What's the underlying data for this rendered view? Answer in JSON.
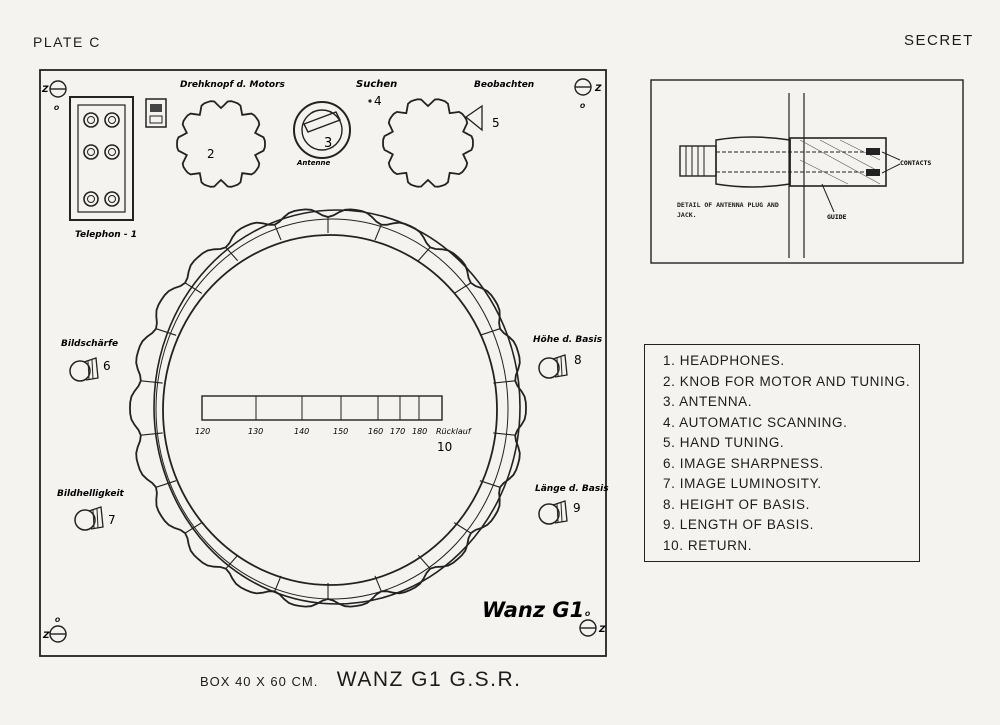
{
  "header": {
    "plate": "PLATE C",
    "classification": "SECRET"
  },
  "panel": {
    "telephone_label": "Telephon - 1",
    "motor_knob_label": "Drehknopf d. Motors",
    "motor_knob_number": "2",
    "antenna_label": "Antenne",
    "antenna_number": "3",
    "search_label": "Suchen",
    "search_number": "4",
    "observe_label": "Beobachten",
    "observe_number": "5",
    "sharpness_label": "Bildschärfe",
    "sharpness_number": "6",
    "brightness_label": "Bildhelligkeit",
    "brightness_number": "7",
    "base_height_label": "Höhe d. Basis",
    "base_height_number": "8",
    "base_length_label": "Länge d. Basis",
    "base_length_number": "9",
    "scale_ticks": [
      "120",
      "130",
      "140",
      "150",
      "160",
      "170",
      "180"
    ],
    "return_label": "Rücklauf",
    "return_number": "10",
    "screw_label": "Z",
    "screw_sub": "O",
    "model_label": "Wanz G1"
  },
  "detail": {
    "caption": "DETAIL OF ANTENNA PLUG AND JACK.",
    "contacts": "CONTACTS",
    "guide": "GUIDE"
  },
  "legend": [
    "1. Headphones.",
    "2. Knob for motor and tuning.",
    "3. Antenna.",
    "4. Automatic scanning.",
    "5. Hand tuning.",
    "6. Image sharpness.",
    "7. Image luminosity.",
    "8. Height of basis.",
    "9. Length of basis.",
    "10. Return."
  ],
  "caption": {
    "box_size": "BOX 40 x 60 CM.",
    "title": "WANZ G1   G.S.R."
  }
}
